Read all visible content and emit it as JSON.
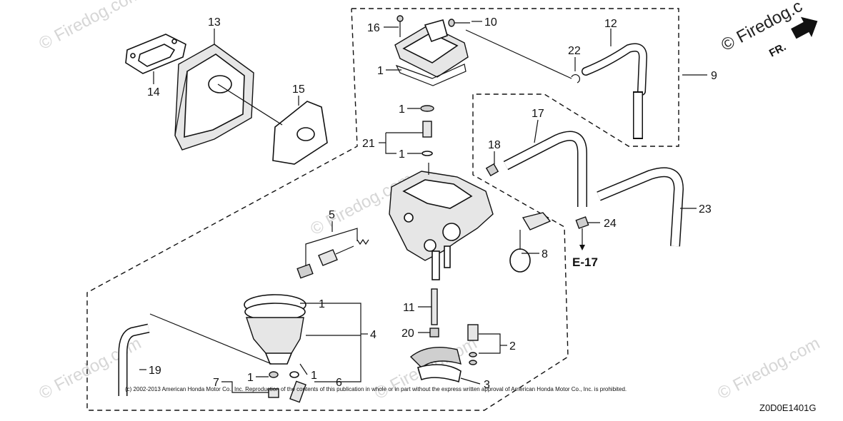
{
  "watermarks": {
    "top_left": "© Firedog.com",
    "top_right": "© Firedog.c",
    "mid_left": "© Firedog.com",
    "bottom_left": "© Firedog.com",
    "bottom_mid": "© Firedog.com",
    "bottom_right": "© Firedog.com"
  },
  "direction_label": "FR.",
  "reference_label": "E-17",
  "diagram_code": "Z0D0E1401G",
  "copyright": "(c) 2002-2013 American Honda Motor Co., Inc. Reproduction of the contents of this publication in whole or in part without the express written approval of American Honda Motor Co., Inc. is prohibited.",
  "callouts": {
    "c1a": "1",
    "c1b": "1",
    "c1c": "1",
    "c1d": "1",
    "c1e": "1",
    "c1f": "1",
    "c2": "2",
    "c3": "3",
    "c4": "4",
    "c5": "5",
    "c6": "6",
    "c7": "7",
    "c8": "8",
    "c9": "9",
    "c10": "10",
    "c11": "11",
    "c12": "12",
    "c13": "13",
    "c14": "14",
    "c15": "15",
    "c16": "16",
    "c17": "17",
    "c18": "18",
    "c19": "19",
    "c20": "20",
    "c21": "21",
    "c22": "22",
    "c23": "23",
    "c24": "24"
  }
}
